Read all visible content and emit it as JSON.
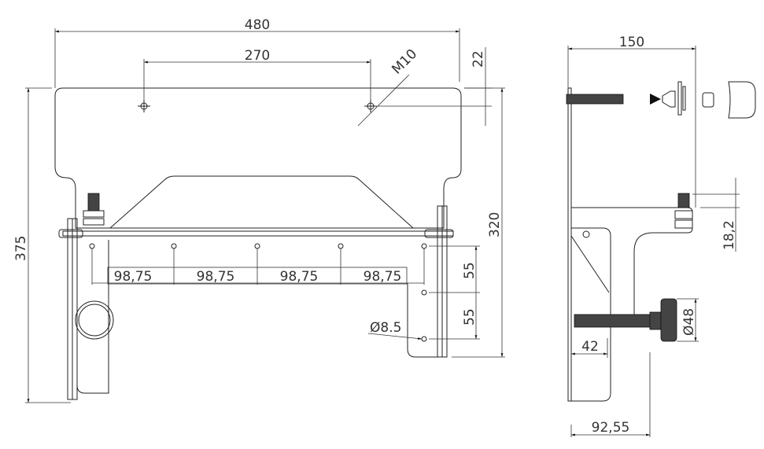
{
  "front_view": {
    "dim_width_total": "480",
    "dim_hole_spacing": "270",
    "dim_thread": "M10",
    "dim_top_offset": "22",
    "dim_height_total": "375",
    "dim_height_plate": "320",
    "dim_pitch": [
      "98,75",
      "98,75",
      "98,75",
      "98,75"
    ],
    "dim_vertical_pitch": [
      "55",
      "55"
    ],
    "dim_hole_diameter": "Ø8.5"
  },
  "side_view": {
    "dim_width": "150",
    "dim_height_offset": "18,2",
    "dim_knob_diameter": "Ø48",
    "dim_bracket": "42",
    "dim_knob_offset": "92,55"
  }
}
